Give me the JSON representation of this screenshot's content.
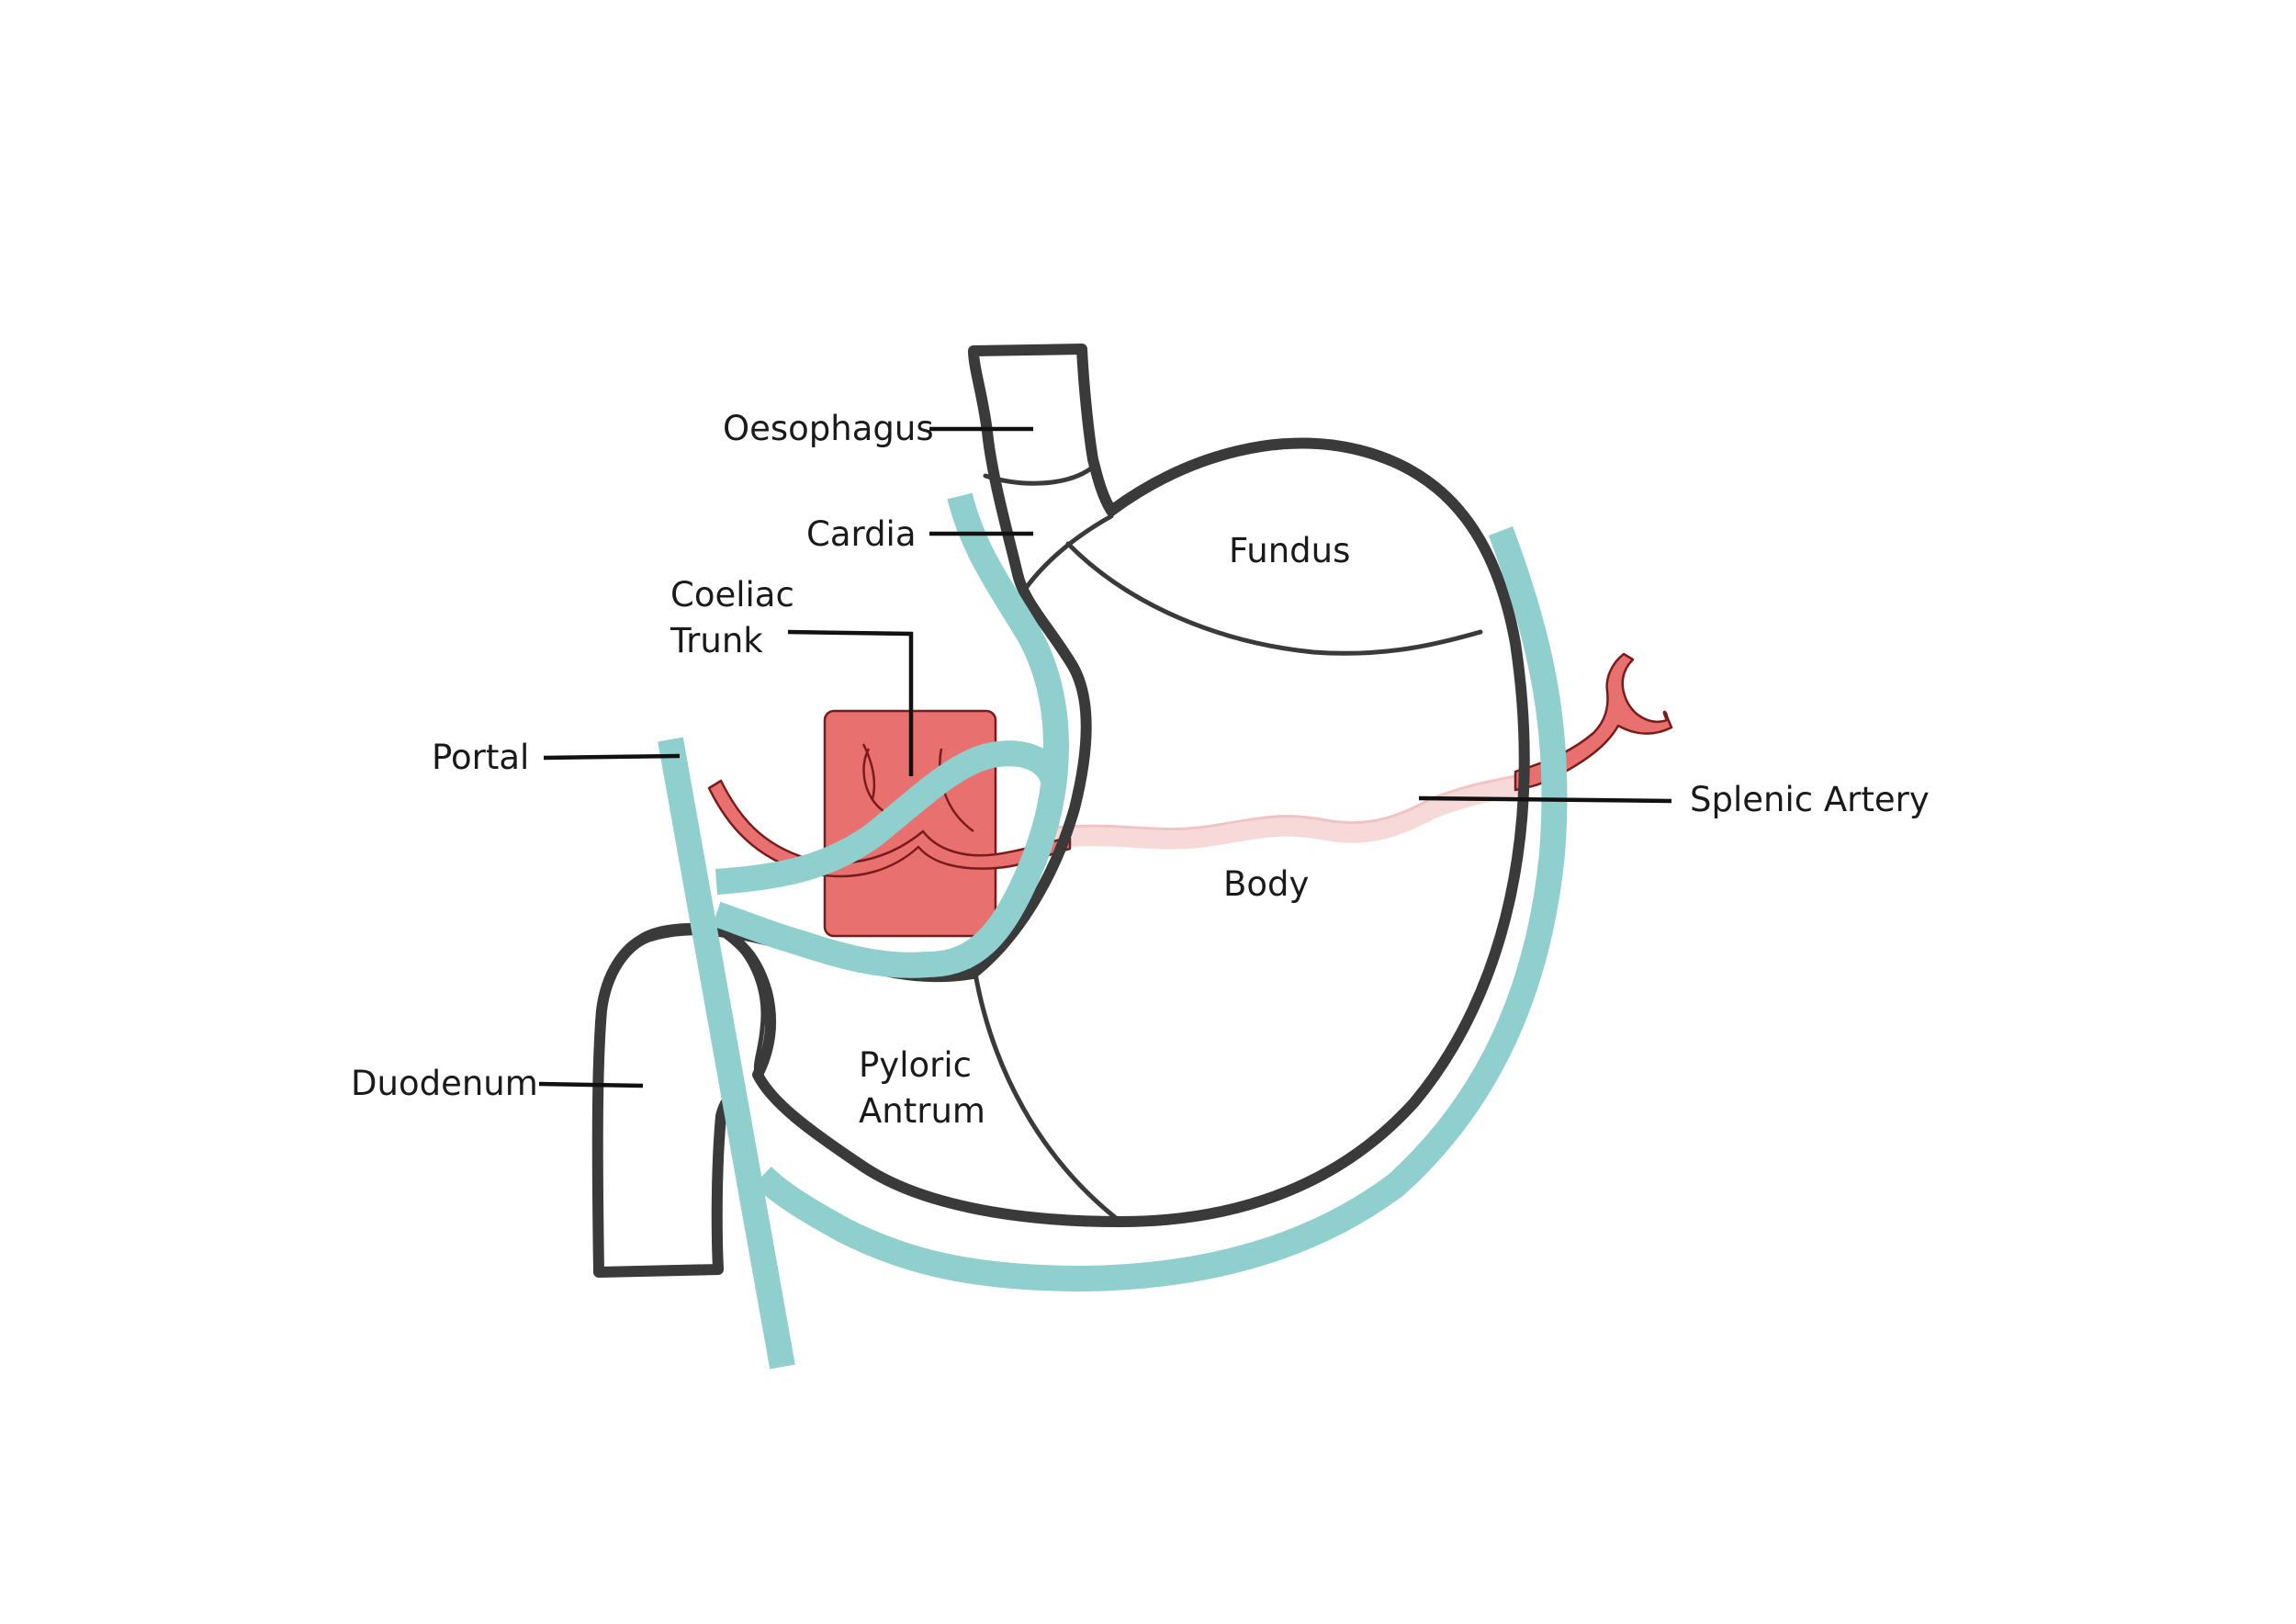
{
  "labels": {
    "oesophagus": "Oesophagus",
    "cardia": "Cardia",
    "coeliac_line1": "Coeliac",
    "coeliac_line2": "Trunk",
    "fundus": "Fundus",
    "portal": "Portal",
    "splenic_artery": "Splenic Artery",
    "body": "Body",
    "duodenum": "Duodenum",
    "pyloric_line1": "Pyloric",
    "pyloric_line2": "Antrum"
  },
  "colors": {
    "outline": "#3a3a3a",
    "vein": "#8fd0cf",
    "artery_fill": "#e8706f",
    "artery_stroke": "#7a1b1b",
    "artery_faint": "#f6d5d5",
    "text": "#1a1a1a"
  }
}
